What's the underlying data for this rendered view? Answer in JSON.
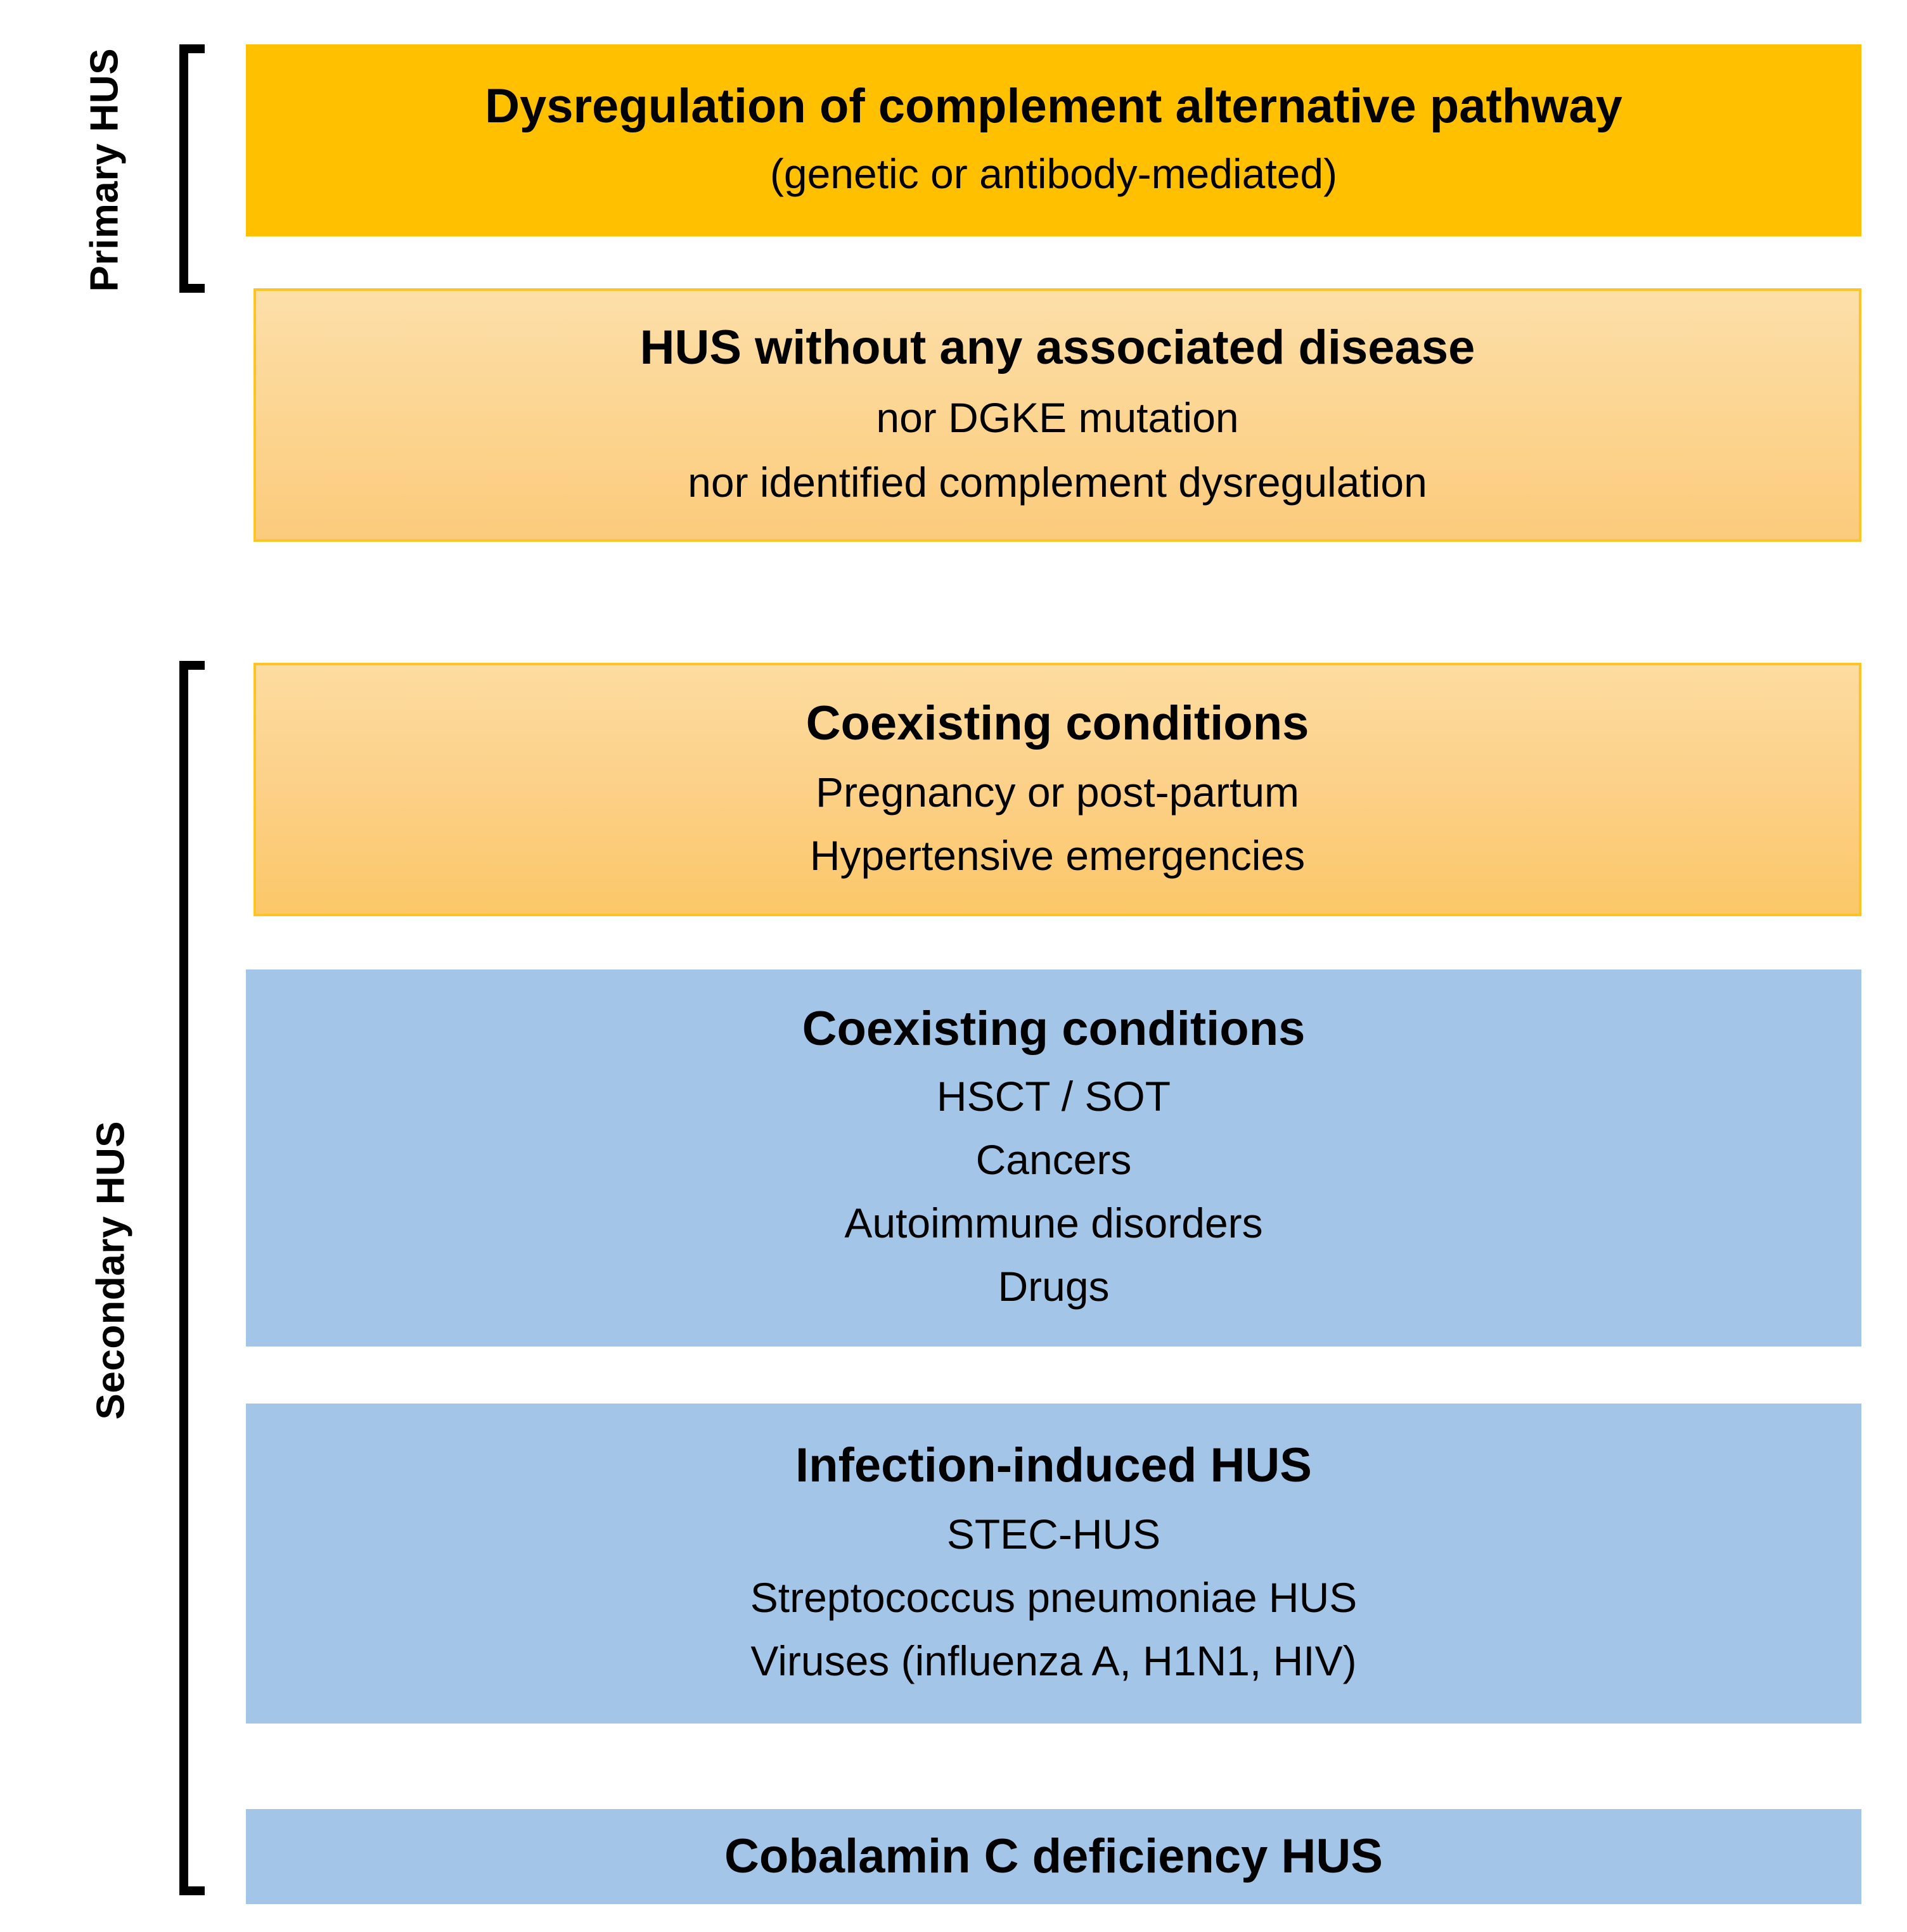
{
  "figure": {
    "type": "classification-diagram",
    "subject": "HUS classification"
  },
  "groups": [
    {
      "id": "primary",
      "label": "Primary HUS"
    },
    {
      "id": "secondary",
      "label": "Secondary HUS"
    }
  ],
  "boxes": [
    {
      "id": "dysregulation",
      "group": "primary",
      "title": "Dysregulation of complement alternative pathway",
      "lines": [
        "(genetic or antibody-mediated)"
      ],
      "color": "#FFC000"
    },
    {
      "id": "hus-no-disease",
      "group": "primary",
      "title": "HUS without any associated disease",
      "lines": [
        "nor DGKE mutation",
        "nor identified complement dysregulation"
      ],
      "color": "#FBD18B"
    },
    {
      "id": "coexisting-orange",
      "group": "secondary",
      "title": "Coexisting conditions",
      "lines": [
        "Pregnancy or post-partum",
        "Hypertensive emergencies"
      ],
      "color": "#FCD087"
    },
    {
      "id": "coexisting-blue",
      "group": "secondary",
      "title": "Coexisting conditions",
      "lines": [
        "HSCT / SOT",
        "Cancers",
        "Autoimmune disorders",
        "Drugs"
      ],
      "color": "#A3C6E8"
    },
    {
      "id": "infection-induced",
      "group": "secondary",
      "title": "Infection-induced HUS",
      "lines": [
        "STEC-HUS",
        "Streptococcus pneumoniae HUS",
        "Viruses (influenza A, H1N1, HIV)"
      ],
      "color": "#A3C6E8"
    },
    {
      "id": "cobalamin",
      "group": "secondary",
      "title": "Cobalamin C deficiency HUS",
      "lines": [],
      "color": "#A3C6E8"
    }
  ]
}
